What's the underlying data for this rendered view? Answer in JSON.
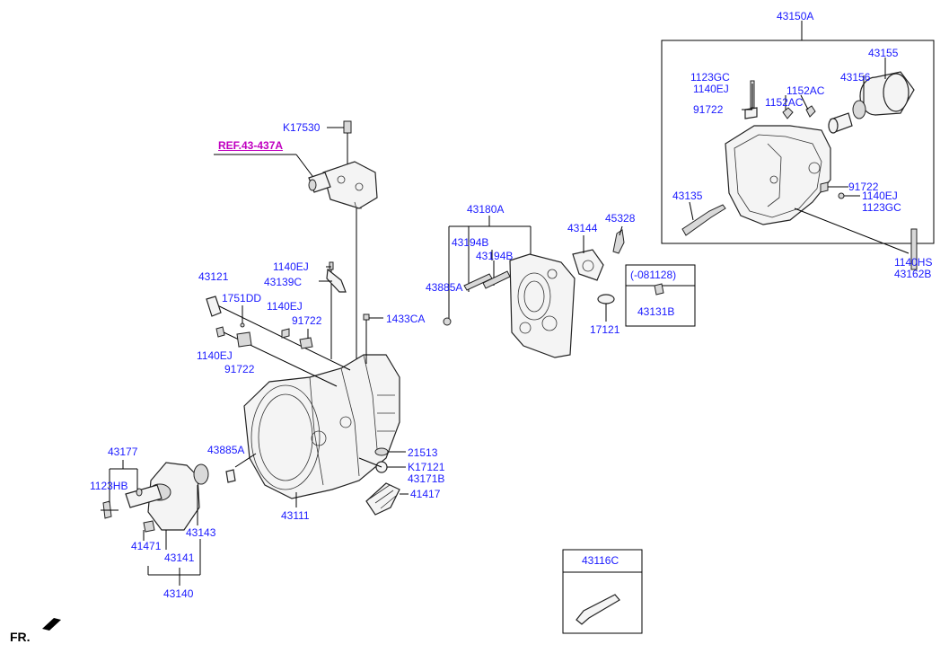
{
  "diagram": {
    "front_marker": "FR.",
    "reference": "REF.43-437A",
    "part_labels": {
      "p43150A": "43150A",
      "p43155": "43155",
      "p43156": "43156",
      "p1123GC_a": "1123GC",
      "p1140EJ_a": "1140EJ",
      "p1152AC_a": "1152AC",
      "p1152AC_b": "1152AC",
      "p91722_a": "91722",
      "p91722_b": "91722",
      "p1140EJ_b": "1140EJ",
      "p1123GC_b": "1123GC",
      "p43135": "43135",
      "p1140HS": "1140HS",
      "p43162B": "43162B",
      "pK17530": "K17530",
      "p43180A": "43180A",
      "p43194B_a": "43194B",
      "p43194B_b": "43194B",
      "p43885A_a": "43885A",
      "p43144": "43144",
      "p45328": "45328",
      "p081128": "(-081128)",
      "p43131B": "43131B",
      "p17121": "17121",
      "p1140EJ_c": "1140EJ",
      "p43139C": "43139C",
      "p43121": "43121",
      "p1751DD": "1751DD",
      "p1140EJ_d": "1140EJ",
      "p91722_c": "91722",
      "p1433CA": "1433CA",
      "p1140EJ_e": "1140EJ",
      "p91722_d": "91722",
      "p43885A_b": "43885A",
      "p21513": "21513",
      "pK17121": "K17121",
      "p43171B": "43171B",
      "p41417": "41417",
      "p43111": "43111",
      "p43177": "43177",
      "p1123HB": "1123HB",
      "p41471": "41471",
      "p43143": "43143",
      "p43141": "43141",
      "p43140": "43140",
      "p43116C": "43116C"
    }
  },
  "colors": {
    "label": "#1a1aff",
    "reference": "#c000c0",
    "line": "#000000"
  }
}
